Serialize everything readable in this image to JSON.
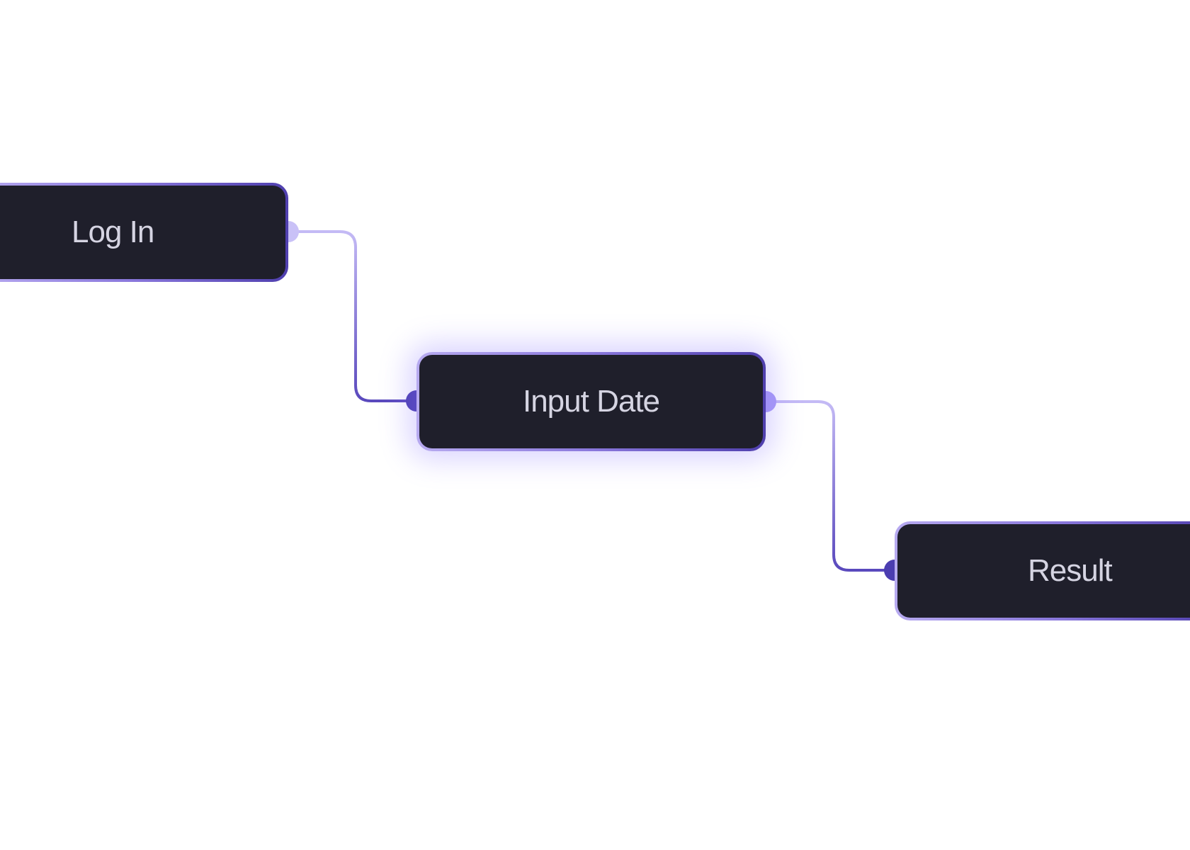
{
  "diagram": {
    "nodes": [
      {
        "id": "login",
        "label": "Log In"
      },
      {
        "id": "input",
        "label": "Input Date"
      },
      {
        "id": "result",
        "label": "Result"
      }
    ],
    "edges": [
      {
        "from": "login",
        "to": "input"
      },
      {
        "from": "input",
        "to": "result"
      }
    ],
    "colors": {
      "node_fill": "#1f1f2b",
      "node_text": "#d5d4e2",
      "border_light": "#b7aaf0",
      "border_dark": "#4f3fae",
      "glow": "#8c78ff",
      "port_light": "#c9c1f7",
      "port_dark": "#4b3db0"
    }
  }
}
